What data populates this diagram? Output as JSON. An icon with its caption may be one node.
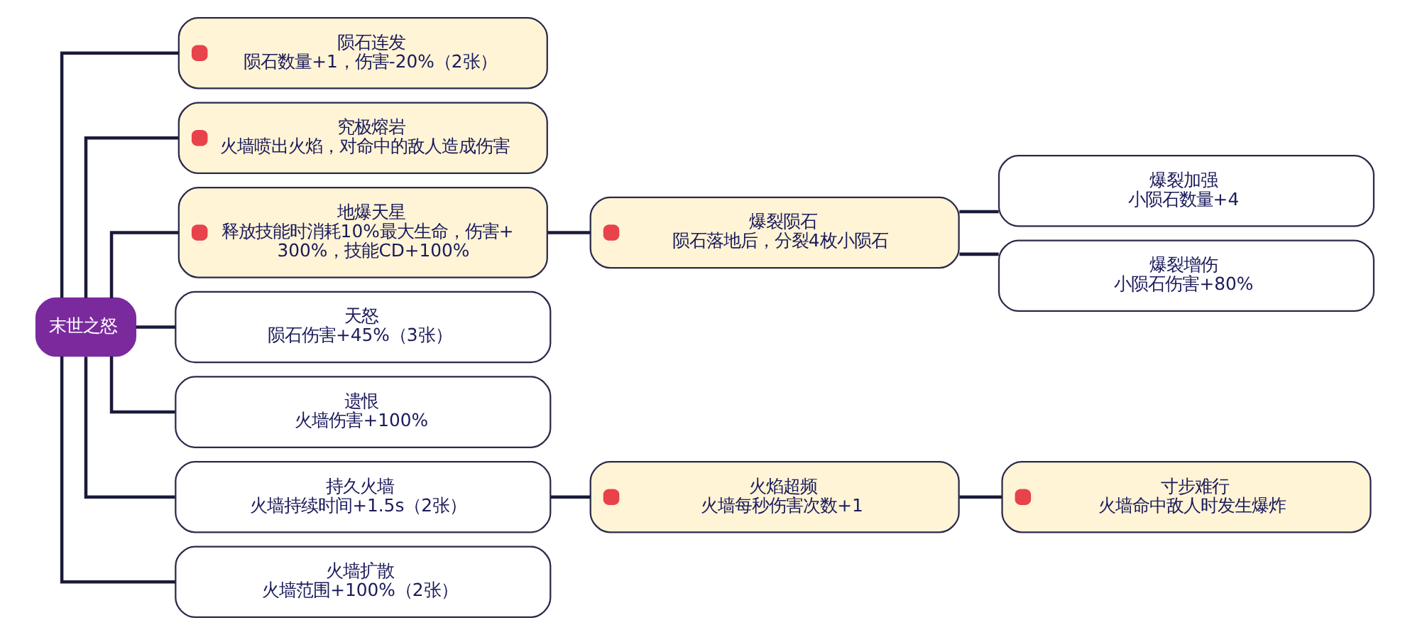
{
  "diagram": {
    "nodes": [
      {
        "text": [
          "末世之怒"
        ]
      },
      {
        "text": [
          "陨石连发",
          "陨石数量+1，伤害-20%（2张）"
        ]
      },
      {
        "text": [
          "究极熔岩",
          "火墙喷出火焰，对命中的敌人造成伤害"
        ]
      },
      {
        "text": [
          "地爆天星",
          "释放技能时消耗10%最大生命，伤害+300%，技能CD+100%"
        ]
      },
      {
        "text": [
          "爆裂陨石",
          "陨石落地后，分裂4枚小陨石"
        ]
      },
      {
        "text": [
          "爆裂加强",
          "小陨石数量+4"
        ]
      },
      {
        "text": [
          "爆裂增伤",
          "小陨石伤害+80%"
        ]
      },
      {
        "text": [
          "天怒",
          "陨石伤害+45%（3张）"
        ]
      },
      {
        "text": [
          "遗恨",
          "火墙伤害+100%"
        ]
      },
      {
        "text": [
          "持久火墙",
          "火墙持续时间+1.5s（2张）"
        ]
      },
      {
        "text": [
          "火焰超频",
          "火墙每秒伤害次数+1"
        ]
      },
      {
        "text": [
          "寸步难行",
          "火墙命中敌人时发生爆炸"
        ]
      },
      {
        "text": [
          "火墙扩散",
          "火墙范围+100%（2张）"
        ]
      }
    ],
    "edges": [
      {
        "from": 0,
        "to": 1,
        "arrow": "none"
      },
      {
        "from": 0,
        "to": 2,
        "arrow": "none"
      },
      {
        "from": 0,
        "to": 3,
        "arrow": "none"
      },
      {
        "from": 3,
        "to": 4,
        "arrow": "none"
      },
      {
        "from": 4,
        "to": 5,
        "arrow": "none"
      },
      {
        "from": 4,
        "to": 6,
        "arrow": "none"
      },
      {
        "from": 0,
        "to": 7,
        "arrow": "none"
      },
      {
        "from": 0,
        "to": 8,
        "arrow": "none"
      },
      {
        "from": 0,
        "to": 9,
        "arrow": "none"
      },
      {
        "from": 9,
        "to": 10,
        "arrow": "none"
      },
      {
        "from": 10,
        "to": 11,
        "arrow": "none"
      },
      {
        "from": 0,
        "to": 12,
        "arrow": "none"
      }
    ]
  }
}
